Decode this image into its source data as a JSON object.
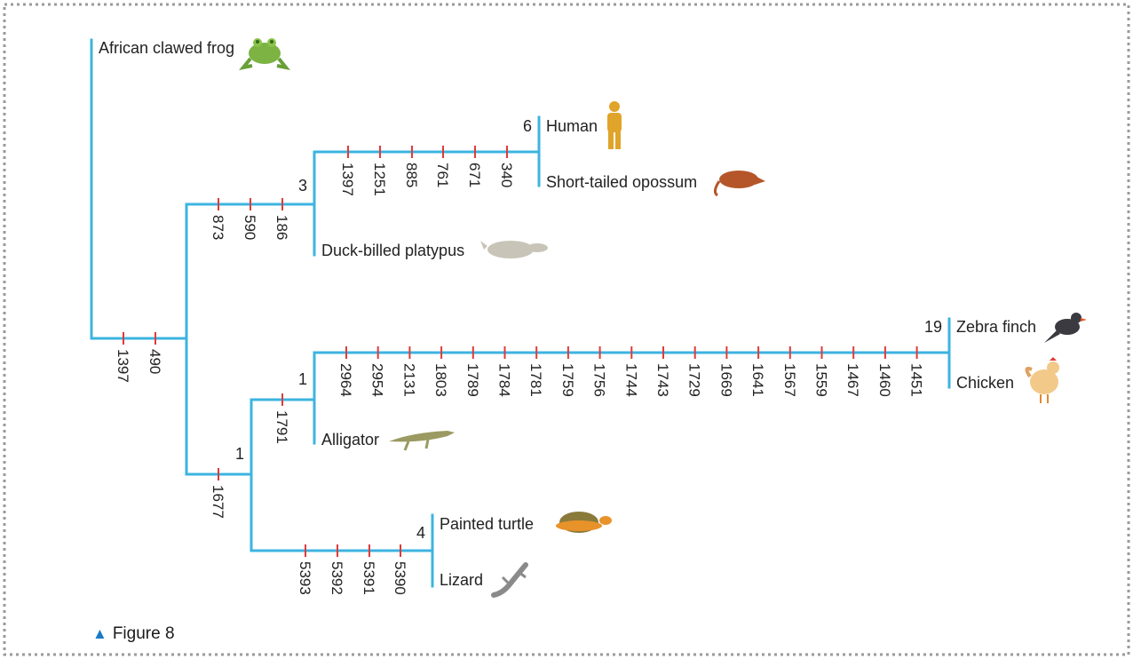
{
  "caption": "Figure 8",
  "colors": {
    "branch": "#3cb4e0",
    "tick": "#e03a3a",
    "border": "#9a9a9a",
    "caption_triangle": "#1a7ac8"
  },
  "taxa": {
    "frog": "African clawed frog",
    "human": "Human",
    "opossum": "Short-tailed opossum",
    "platypus": "Duck-billed platypus",
    "zebra_finch": "Zebra finch",
    "chicken": "Chicken",
    "alligator": "Alligator",
    "turtle": "Painted turtle",
    "lizard": "Lizard"
  },
  "node_counts": {
    "human_opossum": "6",
    "mammals": "3",
    "birds": "19",
    "archosaurs": "1",
    "reptiles": "1",
    "turtle_lizard": "4"
  },
  "branch_ticks": {
    "root_to_amniotes": [
      "1397",
      "490"
    ],
    "to_mammals": [
      "873",
      "590",
      "186"
    ],
    "to_therians": [
      "1397",
      "1251",
      "885",
      "761",
      "671",
      "340"
    ],
    "to_birds": [
      "2964",
      "2954",
      "2131",
      "1803",
      "1789",
      "1784",
      "1781",
      "1759",
      "1756",
      "1744",
      "1743",
      "1729",
      "1669",
      "1641",
      "1567",
      "1559",
      "1467",
      "1460",
      "1451"
    ],
    "to_archosaurs": [
      "1791"
    ],
    "to_reptiles": [
      "1677"
    ],
    "to_turtle_lizard": [
      "5393",
      "5392",
      "5391",
      "5390"
    ]
  },
  "icons": [
    "frog-icon",
    "human-icon",
    "opossum-icon",
    "platypus-icon",
    "zebra-finch-icon",
    "chicken-icon",
    "alligator-icon",
    "turtle-icon",
    "lizard-icon"
  ]
}
